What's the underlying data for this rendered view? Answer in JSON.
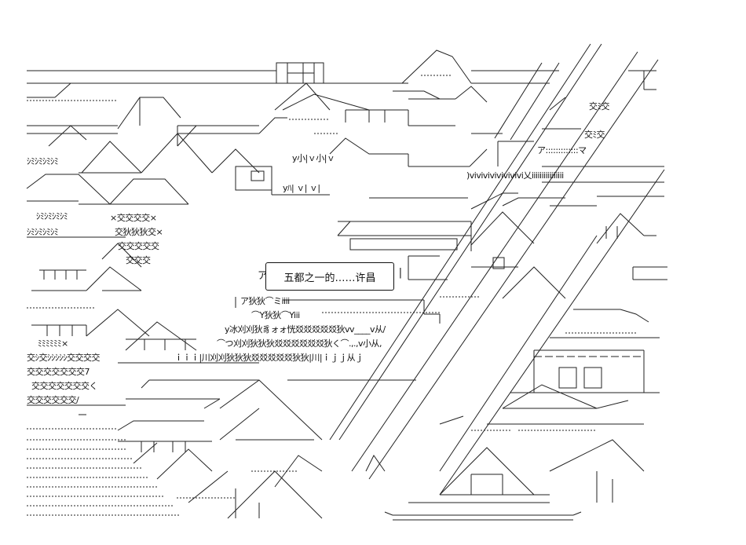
{
  "caption": {
    "text": "五都之一的……许昌"
  },
  "texture_rows": [
    {
      "id": "kanji-row-1",
      "text": "y冰刈刈狄豸ォォ恍㸚㸚㸚㸚㸚狄vv____v从/"
    },
    {
      "id": "kanji-row-2",
      "text": "⌒つ刈刈狄狄狄㸚㸚㸚㸚㸚㸚狄く⌒.,.,v小从,"
    },
    {
      "id": "kanji-row-3",
      "text": "ｉｉｉ|川刈刈狄狄狄㸚㸚㸚㸚㸚狄狄|川|ｉｊｊ从ｊ"
    },
    {
      "id": "kanji-row-4",
      "text": "y小|ｖ小|ｖ"
    },
    {
      "id": "kanji-row-5",
      "text": "yﾊ| ｖ| ｖ|"
    },
    {
      "id": "kanji-row-6",
      "text": "⌒Y狄狄⌒Yiii"
    },
    {
      "id": "kanji-row-7",
      "text": "ア狄狄⌒ミiiii"
    },
    {
      "id": "kanji-row-8",
      "text": "×交交交交×"
    },
    {
      "id": "kanji-row-9",
      "text": "交狄狄狄交×"
    },
    {
      "id": "kanji-row-10",
      "text": "交交交交交"
    },
    {
      "id": "kanji-row-11",
      "text": "交交交"
    },
    {
      "id": "kanji-row-12",
      "text": "交ｼ交ｼｼｼｼｼ交交交交"
    },
    {
      "id": "kanji-row-13",
      "text": "交交交交交交交7"
    },
    {
      "id": "kanji-row-14",
      "text": "交交交交交交交く"
    },
    {
      "id": "kanji-row-15",
      "text": "交交交交交交/"
    },
    {
      "id": "kanji-row-16",
      "text": "交ﾐ交"
    },
    {
      "id": "kanji-row-17",
      "text": "交ﾐ交"
    },
    {
      "id": "kanji-row-18",
      "text": "ア:::::::::::::マ"
    },
    {
      "id": "kanji-row-19",
      "text": ")vivivivivivivivi乂iiiiiiiiiiiiiiii"
    },
    {
      "id": "kanji-row-20",
      "text": "ｼﾐｼﾐｼﾐｼﾐ"
    },
    {
      "id": "kanji-row-21",
      "text": "ｼﾐｼﾐｼﾐｼﾐ"
    },
    {
      "id": "kanji-row-22",
      "text": "ｼﾐｼﾐｼﾐｼﾐ"
    },
    {
      "id": "kanji-row-23",
      "text": "ﾐﾐﾐﾐﾐﾐ×"
    }
  ]
}
